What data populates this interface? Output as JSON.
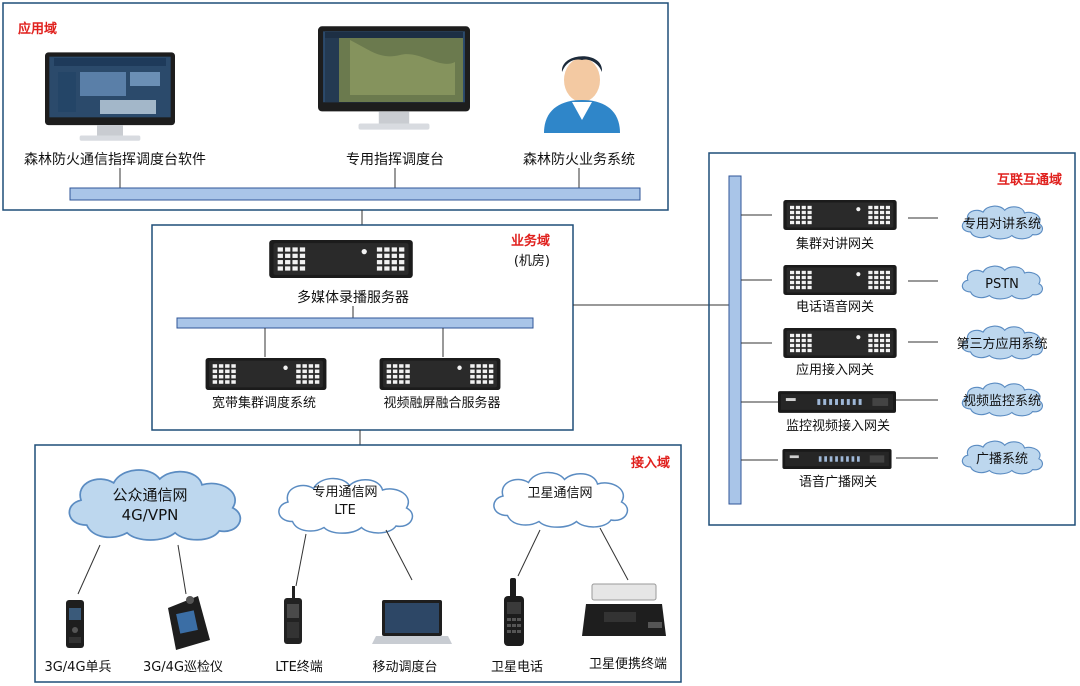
{
  "domains": {
    "application": {
      "title": "应用域"
    },
    "business": {
      "title": "业务域",
      "subtitle": "(机房)"
    },
    "interconnect": {
      "title": "互联互通域"
    },
    "access": {
      "title": "接入域"
    }
  },
  "application": {
    "items": [
      {
        "label": "森林防火通信指挥调度台软件",
        "icon": "monitor-icon"
      },
      {
        "label": "专用指挥调度台",
        "icon": "monitor-icon"
      },
      {
        "label": "森林防火业务系统",
        "icon": "user-icon"
      }
    ]
  },
  "business": {
    "main_server": {
      "label": "多媒体录播服务器",
      "icon": "server-icon"
    },
    "servers": [
      {
        "label": "宽带集群调度系统",
        "icon": "server-icon"
      },
      {
        "label": "视频融屏融合服务器",
        "icon": "server-icon"
      }
    ]
  },
  "interconnect": {
    "gateways": [
      {
        "label": "集群对讲网关",
        "cloud": "专用对讲系统",
        "icon": "server-icon"
      },
      {
        "label": "电话语音网关",
        "cloud": "PSTN",
        "icon": "server-icon"
      },
      {
        "label": "应用接入网关",
        "cloud": "第三方应用系统",
        "icon": "server-icon"
      },
      {
        "label": "监控视频接入网关",
        "cloud": "视频监控系统",
        "icon": "rack-device-icon"
      },
      {
        "label": "语音广播网关",
        "cloud": "广播系统",
        "icon": "rack-device-icon"
      }
    ]
  },
  "access": {
    "networks": [
      {
        "line1": "公众通信网",
        "line2": "4G/VPN"
      },
      {
        "line1": "专用通信网",
        "line2": "LTE"
      },
      {
        "line1": "卫星通信网",
        "line2": ""
      }
    ],
    "terminals": [
      {
        "label": "3G/4G单兵",
        "icon": "handheld-terminal-icon"
      },
      {
        "label": "3G/4G巡检仪",
        "icon": "inspection-device-icon"
      },
      {
        "label": "LTE终端",
        "icon": "lte-phone-icon"
      },
      {
        "label": "移动调度台",
        "icon": "laptop-icon"
      },
      {
        "label": "卫星电话",
        "icon": "satellite-phone-icon"
      },
      {
        "label": "卫星便携终端",
        "icon": "satellite-terminal-icon"
      }
    ]
  },
  "colors": {
    "frame": "#1f4e79",
    "bus_fill": "#a9c5e8",
    "bus_stroke": "#2f5597",
    "cloud_fill": "#bdd7ee",
    "cloud_stroke": "#5b8cc2",
    "title_red": "#e0201d"
  }
}
